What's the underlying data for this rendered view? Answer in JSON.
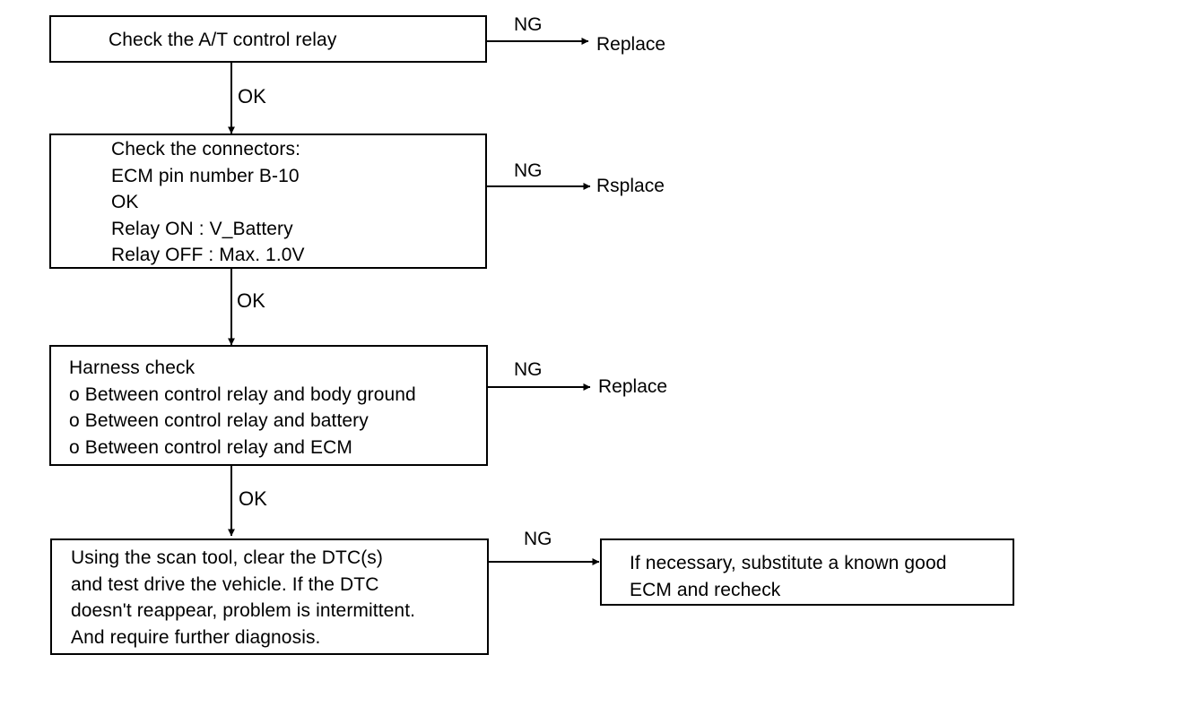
{
  "steps": [
    {
      "lines": [
        "Check the A/T control relay"
      ],
      "ok_label": "OK",
      "ng_label": "NG",
      "ng_result": "Replace"
    },
    {
      "lines": [
        "Check the connectors:",
        "ECM pin number B-10",
        "OK",
        "Relay ON : V_Battery",
        "Relay OFF : Max. 1.0V"
      ],
      "ok_label": "OK",
      "ng_label": "NG",
      "ng_result": "Rsplace"
    },
    {
      "lines": [
        "Harness check",
        "o Between control relay and body ground",
        "o Between control relay and battery",
        "o Between control relay and ECM"
      ],
      "ok_label": "OK",
      "ng_label": "NG",
      "ng_result": "Replace"
    },
    {
      "lines": [
        "Using the scan tool, clear the DTC(s)",
        "and test drive the vehicle. If the DTC",
        "doesn't reappear, problem is intermittent.",
        "And require further diagnosis."
      ],
      "ng_label": "NG",
      "ng_result_lines": [
        "If necessary, substitute a known good",
        "ECM and recheck"
      ]
    }
  ]
}
